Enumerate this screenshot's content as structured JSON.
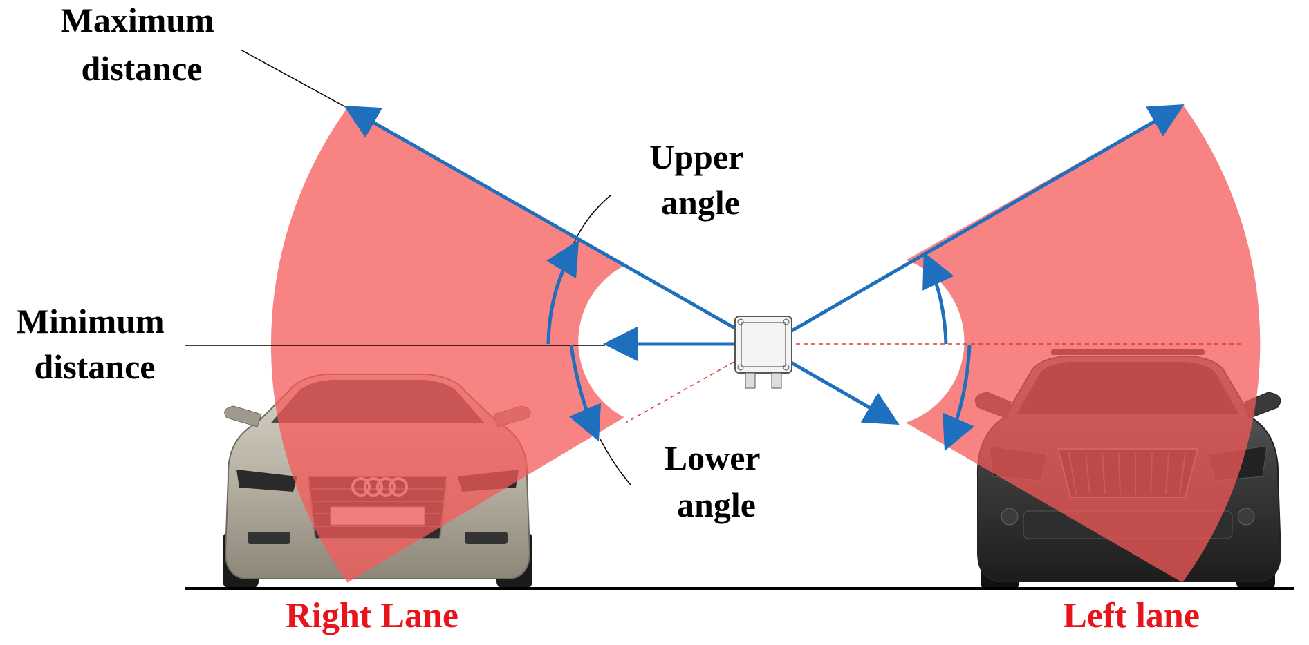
{
  "labels": {
    "max_distance_line1": "Maximum",
    "max_distance_line2": "distance",
    "min_distance_line1": "Minimum",
    "min_distance_line2": "distance",
    "upper_angle_line1": "Upper",
    "upper_angle_line2": "angle",
    "lower_angle_line1": "Lower",
    "lower_angle_line2": "angle",
    "right_lane": "Right Lane",
    "left_lane": "Left lane"
  },
  "colors": {
    "coverage_fill": "#f55a5a",
    "arrow": "#1f6fbf",
    "lane_label": "#e8141c",
    "text": "#000000",
    "road": "#000000"
  },
  "icons": {
    "sensor": "radar-sensor-icon",
    "right_car": "sedan-car-front-icon",
    "left_car": "suv-car-front-icon"
  }
}
